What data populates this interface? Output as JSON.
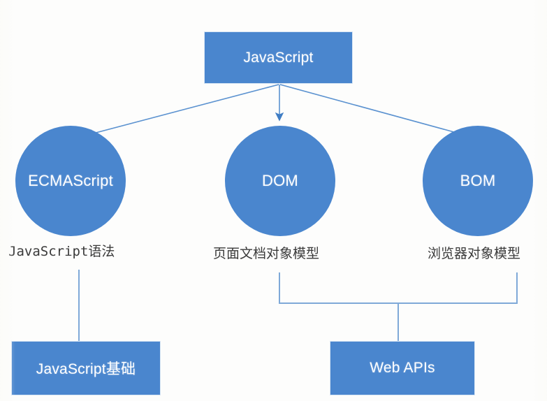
{
  "diagram": {
    "title": "JavaScript composition diagram",
    "accent_color": "#4a86ce",
    "edge_color": "#5b92d0",
    "text_color": "#ffffff",
    "caption_color": "#3a3a3a",
    "background": "#fdfdfc",
    "nodes": {
      "root": {
        "label": "JavaScript",
        "shape": "rectangle"
      },
      "ecmascript": {
        "label": "ECMAScript",
        "shape": "circle",
        "caption": "JavaScript语法"
      },
      "dom": {
        "label": "DOM",
        "shape": "circle",
        "caption": "页面文档对象模型"
      },
      "bom": {
        "label": "BOM",
        "shape": "circle",
        "caption": "浏览器对象模型"
      },
      "js_basics": {
        "label": "JavaScript基础",
        "shape": "rectangle"
      },
      "web_apis": {
        "label": "Web APIs",
        "shape": "rectangle"
      }
    },
    "edges": [
      {
        "from": "root",
        "to": "ecmascript",
        "style": "arrow"
      },
      {
        "from": "root",
        "to": "dom",
        "style": "arrow"
      },
      {
        "from": "root",
        "to": "bom",
        "style": "arrow"
      },
      {
        "from": "ecmascript",
        "to": "js_basics",
        "style": "line"
      },
      {
        "from": "dom",
        "to": "web_apis",
        "style": "bracket"
      },
      {
        "from": "bom",
        "to": "web_apis",
        "style": "bracket"
      }
    ]
  }
}
